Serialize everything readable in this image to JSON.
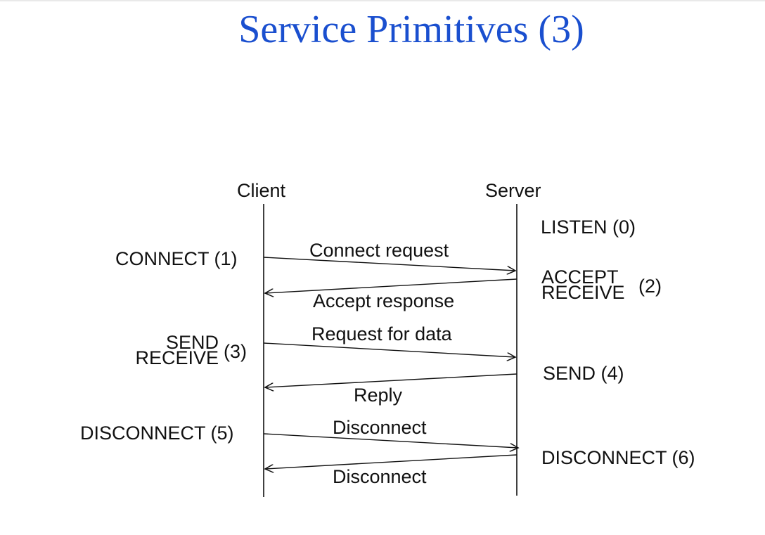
{
  "title": "Service Primitives (3)",
  "actors": {
    "client": "Client",
    "server": "Server"
  },
  "client_events": {
    "connect": "CONNECT (1)",
    "send_receive": {
      "line1": "SEND",
      "line2": "RECEIVE",
      "num": "(3)"
    },
    "disconnect": "DISCONNECT (5)"
  },
  "server_events": {
    "listen": "LISTEN (0)",
    "accept_receive": {
      "line1": "ACCEPT",
      "line2": "RECEIVE",
      "num": "(2)"
    },
    "send": "SEND (4)",
    "disconnect": "DISCONNECT (6)"
  },
  "messages": [
    {
      "label": "Connect request",
      "direction": "client-to-server"
    },
    {
      "label": "Accept response",
      "direction": "server-to-client"
    },
    {
      "label": "Request for data",
      "direction": "client-to-server"
    },
    {
      "label": "Reply",
      "direction": "server-to-client"
    },
    {
      "label": "Disconnect",
      "direction": "client-to-server"
    },
    {
      "label": "Disconnect",
      "direction": "server-to-client"
    }
  ]
}
